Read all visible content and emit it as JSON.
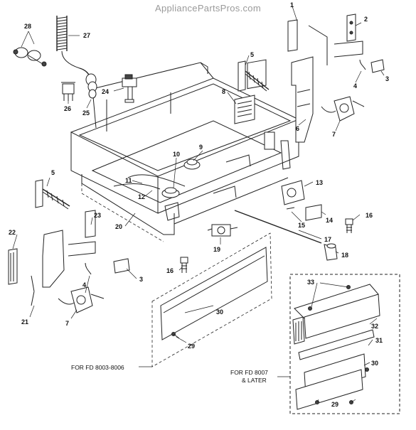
{
  "site": {
    "watermark": "AppliancePartsPros.com"
  },
  "callouts": {
    "c1": "1",
    "c2": "2",
    "c3a": "3",
    "c3b": "3",
    "c4a": "4",
    "c4b": "4",
    "c5a": "5",
    "c5b": "5",
    "c6": "6",
    "c7a": "7",
    "c7b": "7",
    "c8": "8",
    "c9": "9",
    "c10": "10",
    "c11": "11",
    "c12": "12",
    "c13": "13",
    "c14": "14",
    "c15": "15",
    "c16a": "16",
    "c16b": "16",
    "c17": "17",
    "c18": "18",
    "c19": "19",
    "c20": "20",
    "c21": "21",
    "c22": "22",
    "c23": "23",
    "c24": "24",
    "c25": "25",
    "c26": "26",
    "c27": "27",
    "c28": "28",
    "c29a": "29",
    "c29b": "29",
    "c30a": "30",
    "c30b": "30",
    "c31": "31",
    "c32": "32",
    "c33": "33"
  },
  "notes": {
    "fd_old": "FOR FD 8003-8006",
    "fd_new_1": "FOR FD 8007",
    "fd_new_2": "& LATER"
  }
}
